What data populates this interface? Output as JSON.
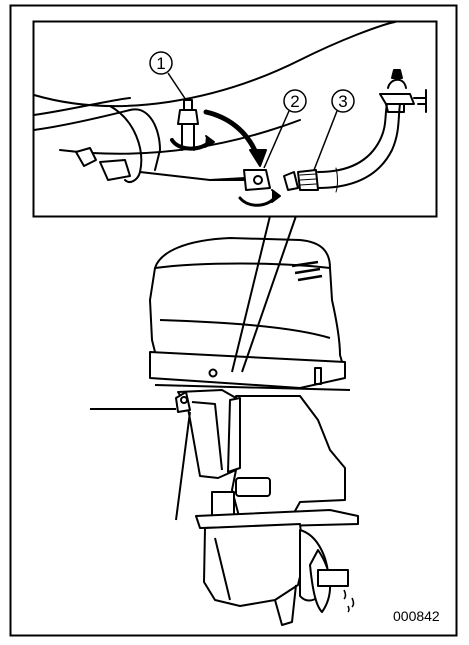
{
  "figure": {
    "callouts": [
      "1",
      "2",
      "3"
    ],
    "figure_code": "000842"
  },
  "colors": {
    "ink": "#000000",
    "paper": "#ffffff"
  },
  "icons": [
    "hose-connector-icon",
    "water-faucet-icon",
    "flushing-plug-icon"
  ]
}
